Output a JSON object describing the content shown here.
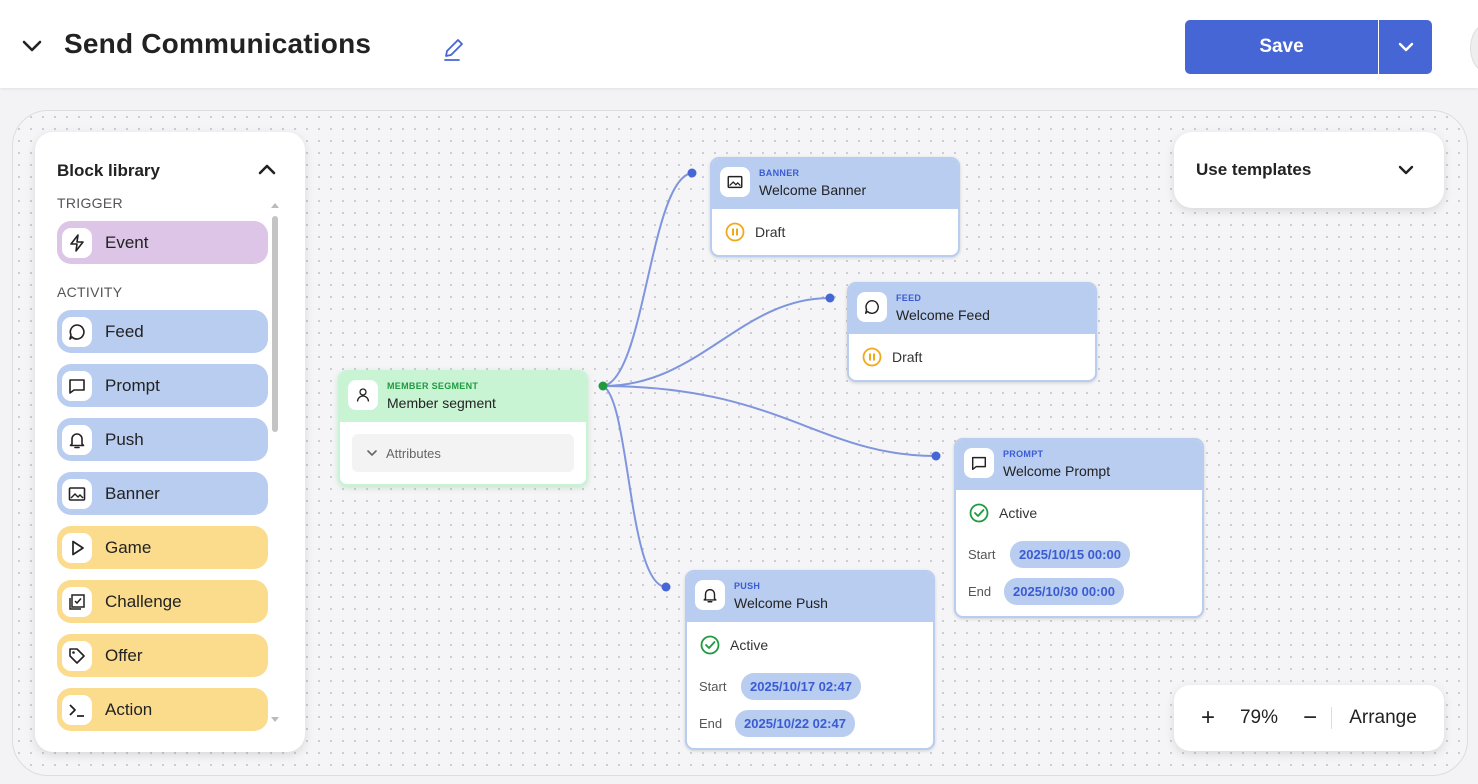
{
  "header": {
    "title": "Send Communications",
    "save_label": "Save"
  },
  "library": {
    "title": "Block library",
    "sections": [
      {
        "label": "TRIGGER",
        "items": [
          {
            "label": "Event",
            "icon": "lightning-icon"
          }
        ]
      },
      {
        "label": "ACTIVITY",
        "items": [
          {
            "label": "Feed",
            "icon": "speech-bubble-icon"
          },
          {
            "label": "Prompt",
            "icon": "message-square-icon"
          },
          {
            "label": "Push",
            "icon": "bell-icon"
          },
          {
            "label": "Banner",
            "icon": "image-icon"
          },
          {
            "label": "Game",
            "icon": "play-icon"
          },
          {
            "label": "Challenge",
            "icon": "checklist-icon"
          },
          {
            "label": "Offer",
            "icon": "tag-icon"
          },
          {
            "label": "Action",
            "icon": "terminal-icon"
          }
        ]
      }
    ]
  },
  "nodes": {
    "segment": {
      "type": "MEMBER SEGMENT",
      "name": "Member segment",
      "attributes_label": "Attributes"
    },
    "banner": {
      "type": "BANNER",
      "name": "Welcome Banner",
      "status": "Draft"
    },
    "feed": {
      "type": "FEED",
      "name": "Welcome Feed",
      "status": "Draft"
    },
    "prompt": {
      "type": "PROMPT",
      "name": "Welcome Prompt",
      "status": "Active",
      "start_label": "Start",
      "start": "2025/10/15 00:00",
      "end_label": "End",
      "end": "2025/10/30 00:00"
    },
    "push": {
      "type": "PUSH",
      "name": "Welcome Push",
      "status": "Active",
      "start_label": "Start",
      "start": "2025/10/17 02:47",
      "end_label": "End",
      "end": "2025/10/22 02:47"
    }
  },
  "templates": {
    "label": "Use templates"
  },
  "zoom": {
    "zoom_in": "+",
    "level": "79%",
    "zoom_out": "−",
    "arrange": "Arrange"
  },
  "colors": {
    "accent": "#4666d6",
    "connector": "#7f95dd",
    "active": "#1f9a3f",
    "draft": "#f0a91b"
  }
}
